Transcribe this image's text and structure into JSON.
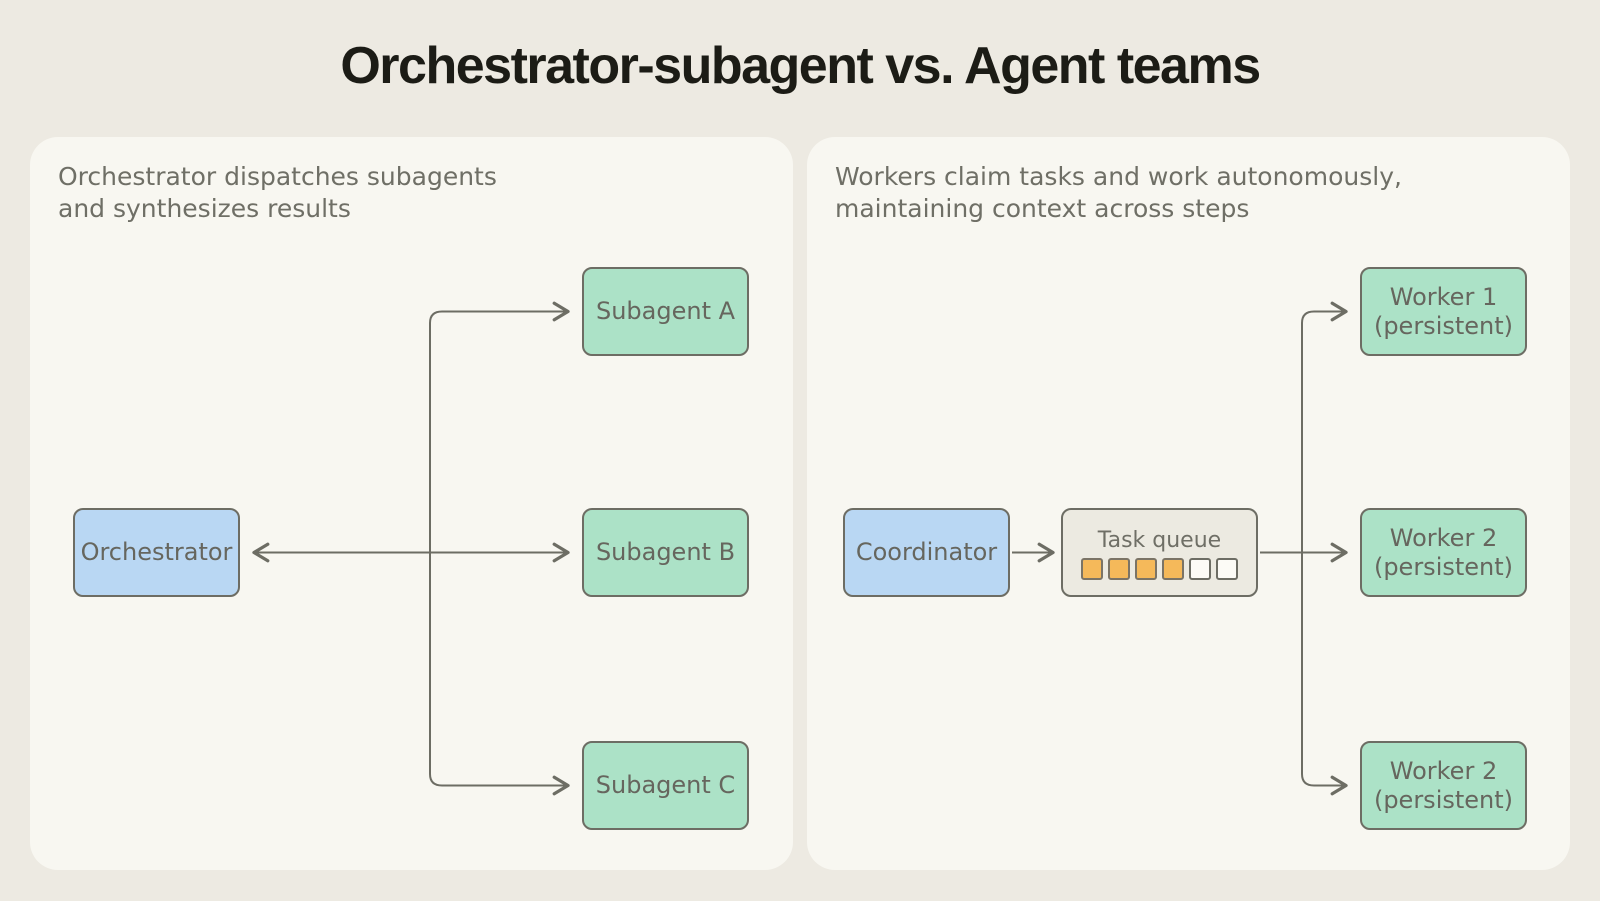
{
  "title": "Orchestrator-subagent vs. Agent teams",
  "colors": {
    "page_bg": "#EDEAE2",
    "panel_bg": "#F8F7F1",
    "node_border": "#6D6D64",
    "blue_node_bg": "#B9D7F3",
    "green_node_bg": "#ACE2C7",
    "queue_box_bg": "#ECEAE1",
    "queue_filled_slot": "#F5B95A",
    "queue_empty_slot": "#FCFBF6",
    "connector": "#6D6D64",
    "title_text": "#1C1C16",
    "body_text": "#6F6F66"
  },
  "left_panel": {
    "subtitle_line1": "Orchestrator dispatches subagents",
    "subtitle_line2": "and synthesizes results",
    "orchestrator_label": "Orchestrator",
    "subagents": [
      {
        "label": "Subagent A"
      },
      {
        "label": "Subagent B"
      },
      {
        "label": "Subagent C"
      }
    ]
  },
  "right_panel": {
    "subtitle_line1": "Workers claim tasks and work autonomously,",
    "subtitle_line2": "maintaining context across steps",
    "coordinator_label": "Coordinator",
    "task_queue": {
      "label": "Task queue",
      "filled_slots": 4,
      "empty_slots": 2
    },
    "workers": [
      {
        "line1": "Worker 1",
        "line2": "(persistent)"
      },
      {
        "line1": "Worker 2",
        "line2": "(persistent)"
      },
      {
        "line1": "Worker 2",
        "line2": "(persistent)"
      }
    ]
  }
}
